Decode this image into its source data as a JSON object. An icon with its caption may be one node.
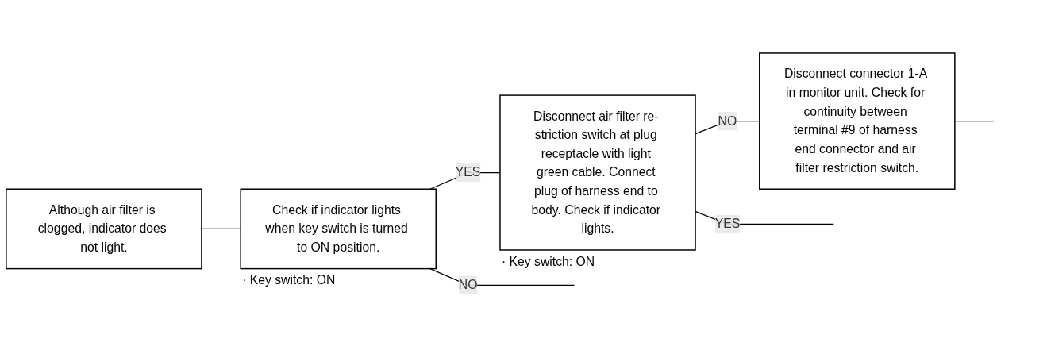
{
  "diagram": {
    "nodes": [
      {
        "text": [
          "Although air filter is clogged, indicator does not light."
        ]
      },
      {
        "text": [
          "Check if indicator lights when key switch is turned to ON position."
        ],
        "beside": [
          "· Key switch: ON"
        ]
      },
      {
        "text": [
          "Disconnect air filter re- striction switch at plug receptacle with light green cable. Connect plug of harness end to body. Check if indicator lights."
        ],
        "beside": [
          "· Key switch: ON"
        ]
      },
      {
        "text": [
          "Disconnect connector 1-A in monitor unit. Check for continuity between terminal #9 of harness end connector and air filter restriction switch."
        ]
      }
    ],
    "edges": [
      {
        "from": 0,
        "to": 1,
        "arrow": "none"
      },
      {
        "from": 1,
        "to": 2,
        "arrow": "none",
        "label": "YES"
      },
      {
        "from": 1,
        "to": null,
        "arrow": "none",
        "label": "NO"
      },
      {
        "from": 2,
        "to": null,
        "arrow": "none",
        "label": "YES"
      },
      {
        "from": 2,
        "to": 3,
        "arrow": "none",
        "label": "NO"
      },
      {
        "from": 3,
        "to": null,
        "arrow": "none"
      }
    ]
  }
}
